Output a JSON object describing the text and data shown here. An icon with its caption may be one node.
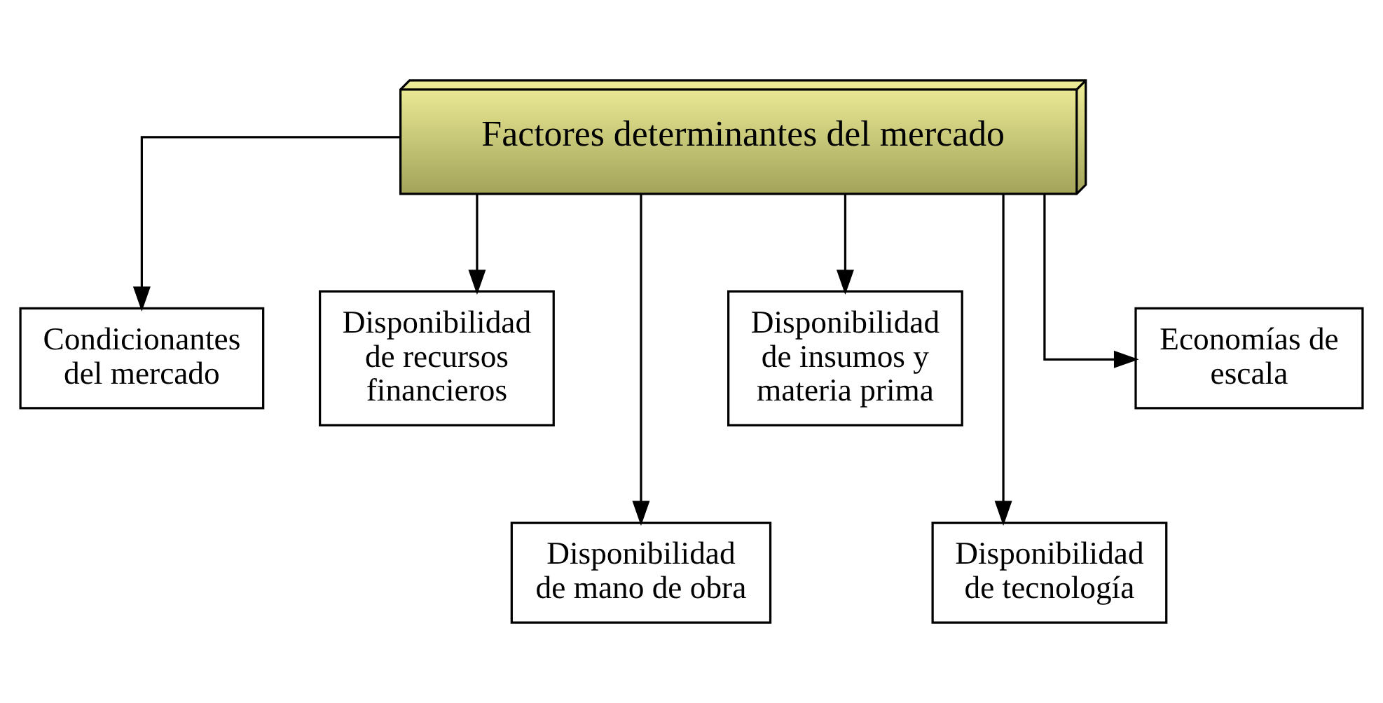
{
  "diagram": {
    "nodes": [
      {
        "text": [
          "Factores determinantes del mercado"
        ]
      },
      {
        "text": [
          "Condicionantes del mercado"
        ]
      },
      {
        "text": [
          "Disponibilidad de recursos financieros"
        ]
      },
      {
        "text": [
          "Disponibilidad de mano de obra"
        ]
      },
      {
        "text": [
          "Disponibilidad de insumos y materia prima"
        ]
      },
      {
        "text": [
          "Disponibilidad de tecnología"
        ]
      },
      {
        "text": [
          "Economías de escala"
        ]
      }
    ],
    "edges": [
      {
        "from": 0,
        "to": 1,
        "arrow": "to"
      },
      {
        "from": 0,
        "to": 2,
        "arrow": "to"
      },
      {
        "from": 0,
        "to": 3,
        "arrow": "to"
      },
      {
        "from": 0,
        "to": 4,
        "arrow": "to"
      },
      {
        "from": 0,
        "to": 5,
        "arrow": "to"
      },
      {
        "from": 0,
        "to": 6,
        "arrow": "to"
      }
    ]
  }
}
